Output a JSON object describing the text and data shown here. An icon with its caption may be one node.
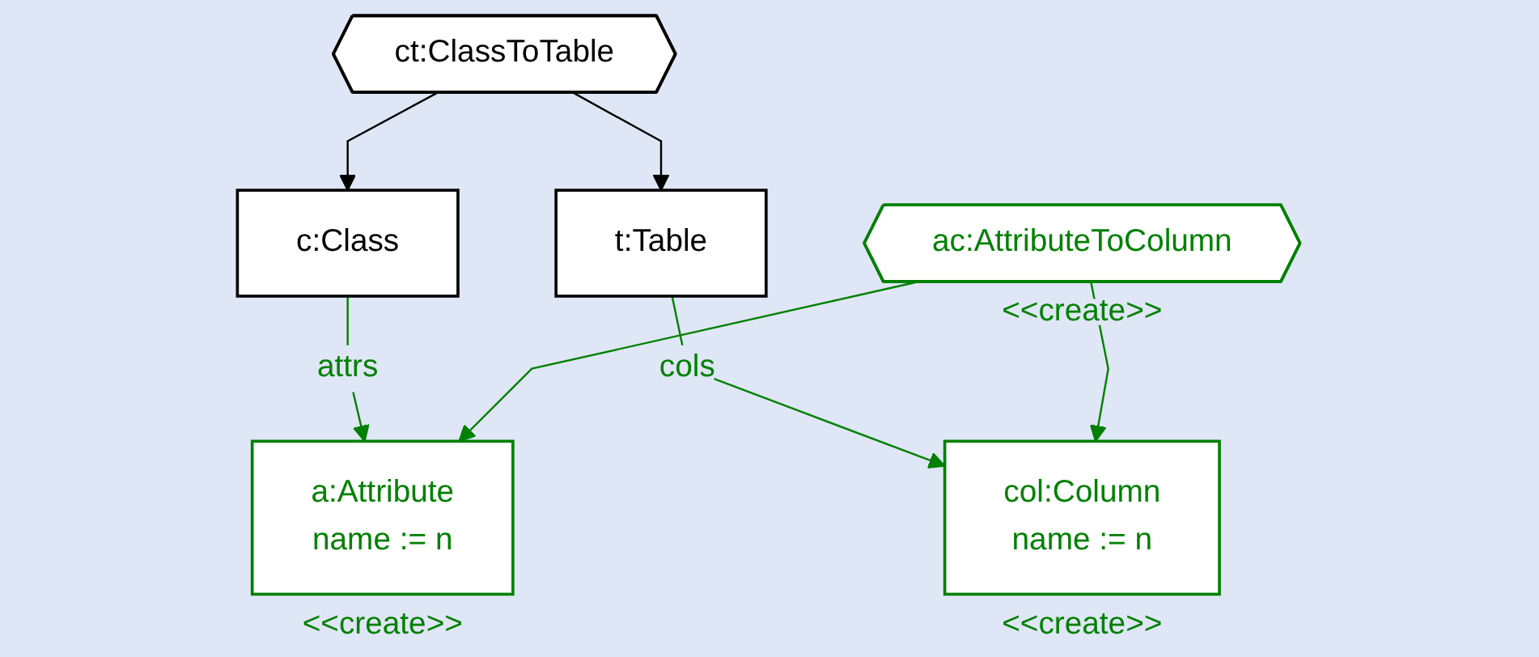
{
  "diagram": {
    "nodes": [
      {
        "text": [
          "c:Class"
        ]
      },
      {
        "text": [
          "ct:ClassToTable"
        ]
      },
      {
        "text": [
          "t:Table"
        ]
      },
      {
        "text": [
          "a:Attribute",
          "name := n"
        ],
        "beside": [
          "<<create>>"
        ]
      },
      {
        "text": [
          "ac:AttributeToColumn"
        ],
        "beside": [
          "<<create>>"
        ]
      },
      {
        "text": [
          "col:Column",
          "name := n"
        ],
        "beside": [
          "<<create>>"
        ]
      }
    ],
    "edges": [
      {
        "from": 1,
        "to": 0,
        "arrow": "to",
        "color": "#000000"
      },
      {
        "from": 1,
        "to": 2,
        "arrow": "to",
        "color": "#000000"
      },
      {
        "from": 0,
        "to": 3,
        "arrow": "to",
        "label": "attrs"
      },
      {
        "from": 2,
        "to": 5,
        "arrow": "to",
        "label": "cols"
      },
      {
        "from": 4,
        "to": 3,
        "arrow": "to"
      },
      {
        "from": 4,
        "to": 5,
        "arrow": "to"
      }
    ]
  }
}
